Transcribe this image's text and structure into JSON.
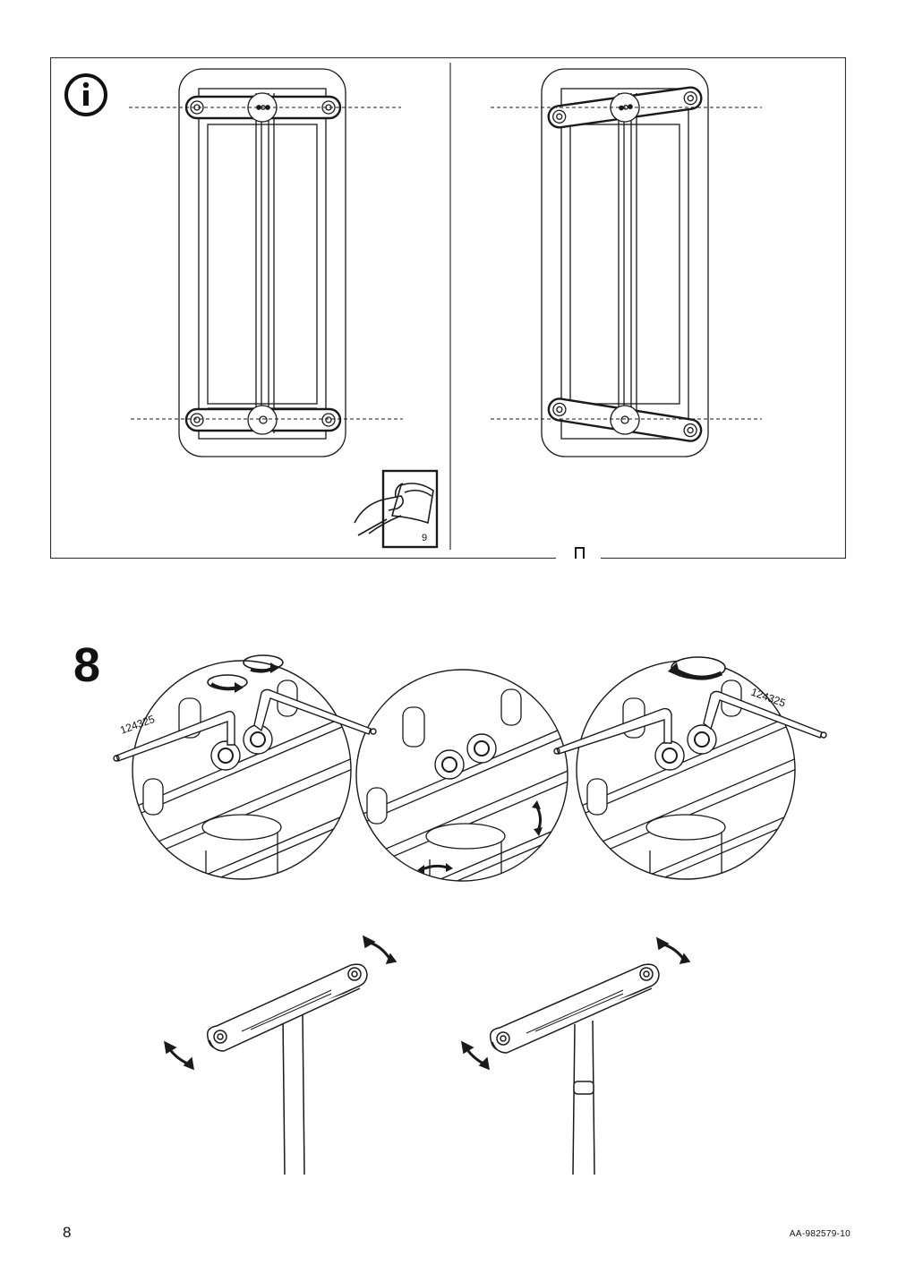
{
  "page": {
    "number": "8",
    "doc_code": "AA-982579-10"
  },
  "info_panel": {
    "icon": "info-icon",
    "reference_page": "9"
  },
  "step": {
    "number": "8",
    "tool_code_left": "124325",
    "tool_code_right": "124325"
  },
  "colors": {
    "line": "#1a1a1a",
    "background": "#ffffff",
    "panel_border": "#333333"
  }
}
